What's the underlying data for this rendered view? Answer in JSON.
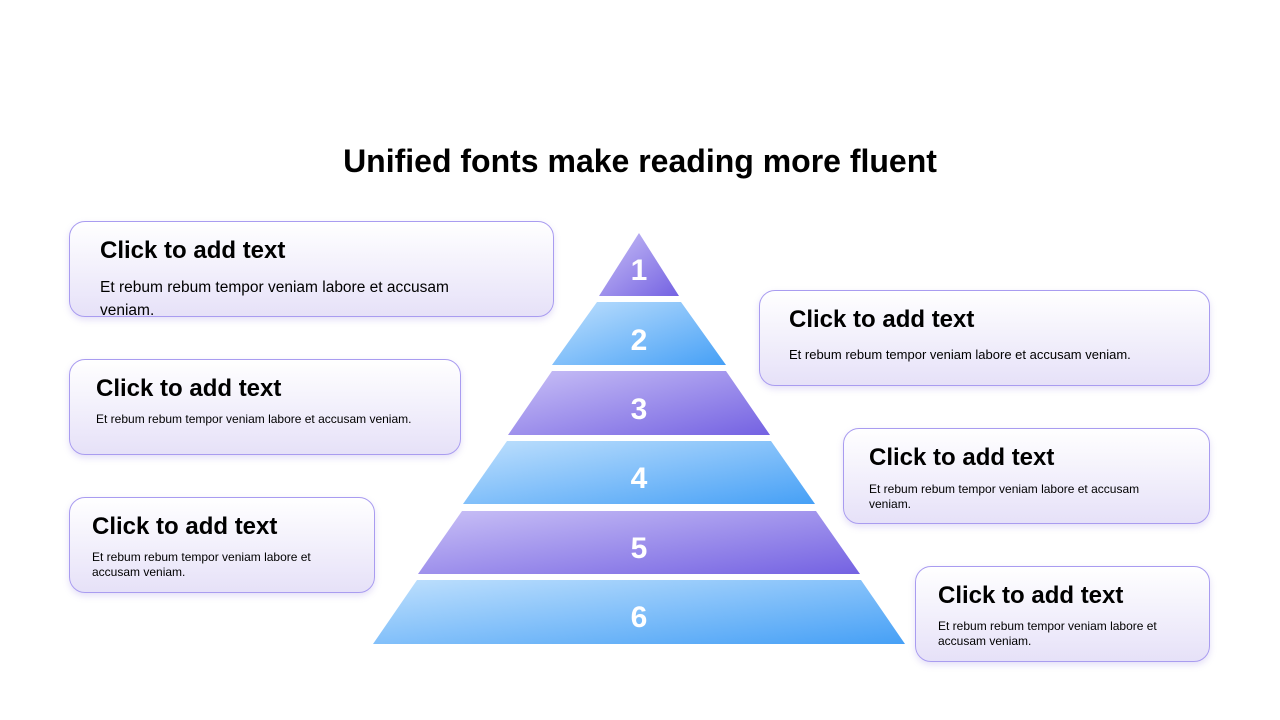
{
  "title": "Unified fonts make reading more fluent",
  "pyramid": {
    "levels": [
      "1",
      "2",
      "3",
      "4",
      "5",
      "6"
    ],
    "colors": {
      "purple": "#7b6ce6",
      "blue": "#4fa6f7"
    }
  },
  "cards": [
    {
      "title": "Click to add text",
      "body": "Et rebum rebum tempor veniam labore et accusam veniam."
    },
    {
      "title": "Click to add text",
      "body": "Et rebum rebum tempor veniam labore et accusam veniam."
    },
    {
      "title": "Click to add text",
      "body": "Et rebum rebum tempor veniam labore et accusam veniam."
    },
    {
      "title": "Click to add text",
      "body": "Et rebum rebum tempor veniam labore et accusam veniam."
    },
    {
      "title": "Click to add text",
      "body": "Et rebum rebum tempor veniam labore et accusam veniam."
    },
    {
      "title": "Click to add text",
      "body": "Et rebum rebum tempor veniam labore et accusam veniam."
    }
  ]
}
